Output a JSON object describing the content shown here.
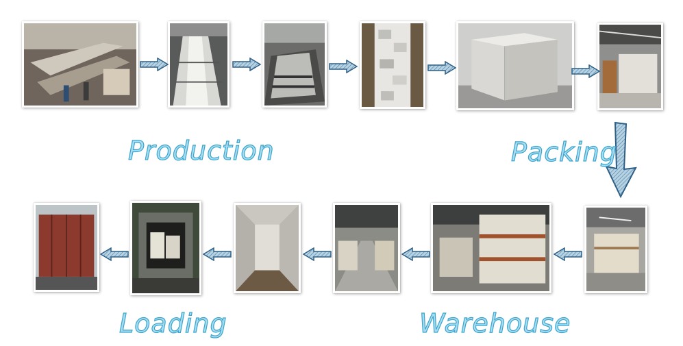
{
  "labels": {
    "production": "Production",
    "packing": "Packing",
    "loading": "Loading",
    "warehouse": "Warehouse"
  },
  "colors": {
    "label_fill": "#a9dcee",
    "label_stroke": "#3aa6cf",
    "arrow_fill": "#a9c9dc",
    "arrow_stroke": "#2d5f86"
  },
  "icons": [
    "arrow-right-icon",
    "arrow-left-icon",
    "arrow-down-icon"
  ]
}
